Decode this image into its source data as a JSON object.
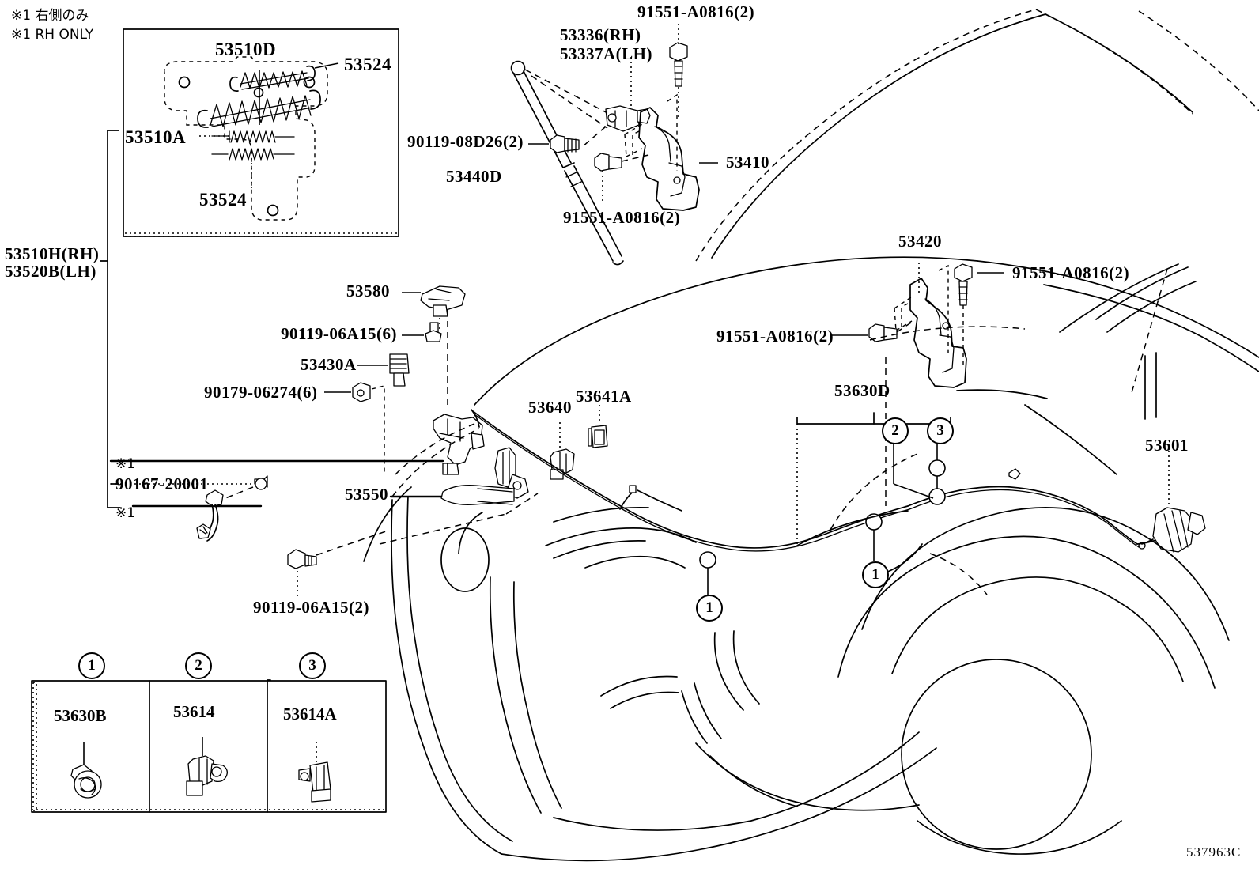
{
  "diagram": {
    "reference_number": "537963C",
    "notes": [
      {
        "jp": "※1 右側のみ",
        "en": "※1 RH ONLY"
      }
    ],
    "footnote_marks": [
      "※1",
      "※1"
    ]
  },
  "inset": {
    "title": "hood-hinge-spring-detail",
    "labels": [
      {
        "id": "inset-53510D",
        "text": "53510D"
      },
      {
        "id": "inset-53524-top",
        "text": "53524"
      },
      {
        "id": "inset-53510A",
        "text": "53510A"
      },
      {
        "id": "inset-53524-bottom",
        "text": "53524"
      }
    ]
  },
  "bracket_label": {
    "line1": "53510H(RH)",
    "line2": "53520B(LH)"
  },
  "rh_only_part": {
    "mark": "※1",
    "number": "90167-20001"
  },
  "callouts": [
    {
      "id": "c-53336",
      "line1": "53336(RH)",
      "line2": "53337A(LH)"
    },
    {
      "id": "c-91551-top",
      "text": "91551-A0816(2)"
    },
    {
      "id": "c-90119-08D26",
      "text": "90119-08D26(2)"
    },
    {
      "id": "c-53440D",
      "text": "53440D"
    },
    {
      "id": "c-91551-strut",
      "text": "91551-A0816(2)"
    },
    {
      "id": "c-53410",
      "text": "53410"
    },
    {
      "id": "c-53420",
      "text": "53420"
    },
    {
      "id": "c-91551-right",
      "text": "91551-A0816(2)"
    },
    {
      "id": "c-91551-left-of-53420",
      "text": "91551-A0816(2)"
    },
    {
      "id": "c-53580",
      "text": "53580"
    },
    {
      "id": "c-90119-06A15-6",
      "text": "90119-06A15(6)"
    },
    {
      "id": "c-53430A",
      "text": "53430A"
    },
    {
      "id": "c-90179-06274",
      "text": "90179-06274(6)"
    },
    {
      "id": "c-53550",
      "text": "53550"
    },
    {
      "id": "c-90119-06A15-2",
      "text": "90119-06A15(2)"
    },
    {
      "id": "c-53640",
      "text": "53640"
    },
    {
      "id": "c-53641A",
      "text": "53641A"
    },
    {
      "id": "c-53630D",
      "text": "53630D"
    },
    {
      "id": "c-53601",
      "text": "53601"
    }
  ],
  "cable_markers": [
    {
      "id": "marker-1-left",
      "number": "1"
    },
    {
      "id": "marker-1-right",
      "number": "1"
    },
    {
      "id": "marker-2",
      "number": "2"
    },
    {
      "id": "marker-3",
      "number": "3"
    }
  ],
  "legend": {
    "cells": [
      {
        "number": "1",
        "part": "53630B"
      },
      {
        "number": "2",
        "part": "53614"
      },
      {
        "number": "3",
        "part": "53614A"
      }
    ]
  }
}
